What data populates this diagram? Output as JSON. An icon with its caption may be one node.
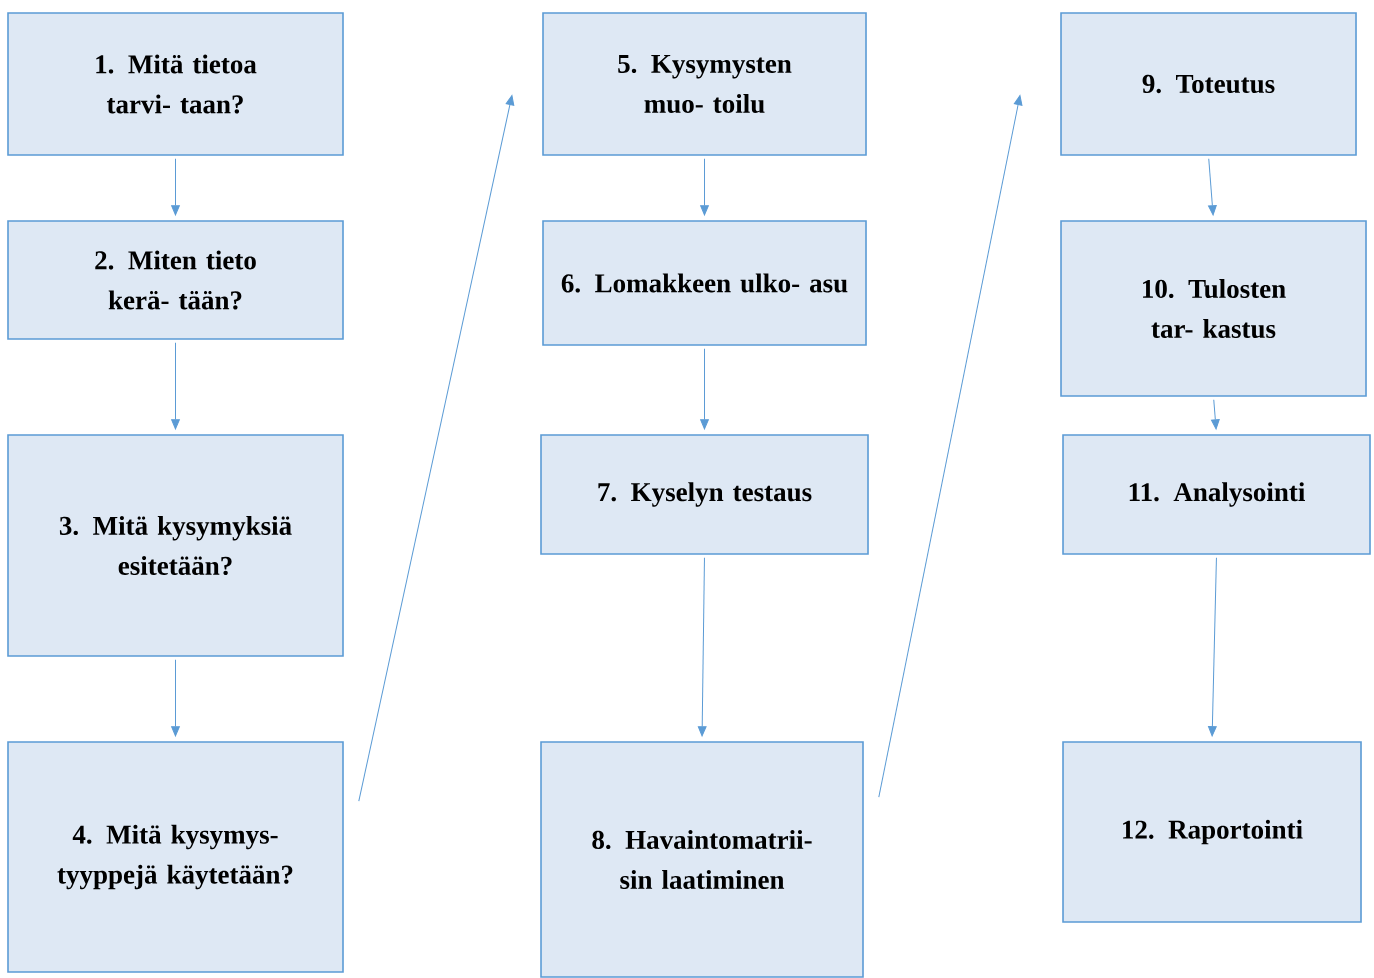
{
  "diagram": {
    "nodes": [
      {
        "text": [
          "1. Mitä tietoa tarvi- taan?"
        ]
      },
      {
        "text": [
          "2. Miten tieto kerä- tään?"
        ]
      },
      {
        "text": [
          "3. Mitä kysymyksiä esitetään?"
        ]
      },
      {
        "text": [
          "4. Mitä kysymys- tyyppejä käytetään?"
        ]
      },
      {
        "text": [
          "5. Kysymysten muo- toilu"
        ]
      },
      {
        "text": [
          "6. Lomakkeen ulko- asu"
        ]
      },
      {
        "text": [
          "7. Kyselyn testaus"
        ]
      },
      {
        "text": [
          "8. Havaintomatrii- sin laatiminen"
        ]
      },
      {
        "text": [
          "9. Toteutus"
        ]
      },
      {
        "text": [
          "10. Tulosten tar- kastus"
        ]
      },
      {
        "text": [
          "11. Analysointi"
        ]
      },
      {
        "text": [
          "12. Raportointi"
        ]
      }
    ],
    "edges": [
      {
        "from": 0,
        "to": 1,
        "arrow": "to"
      },
      {
        "from": 1,
        "to": 2,
        "arrow": "to"
      },
      {
        "from": 2,
        "to": 3,
        "arrow": "to"
      },
      {
        "from": 3,
        "to": 4,
        "arrow": "to"
      },
      {
        "from": 4,
        "to": 5,
        "arrow": "to"
      },
      {
        "from": 5,
        "to": 6,
        "arrow": "to"
      },
      {
        "from": 6,
        "to": 7,
        "arrow": "to"
      },
      {
        "from": 7,
        "to": 8,
        "arrow": "to"
      },
      {
        "from": 8,
        "to": 9,
        "arrow": "to"
      },
      {
        "from": 9,
        "to": 10,
        "arrow": "to"
      },
      {
        "from": 10,
        "to": 11,
        "arrow": "to"
      }
    ]
  }
}
